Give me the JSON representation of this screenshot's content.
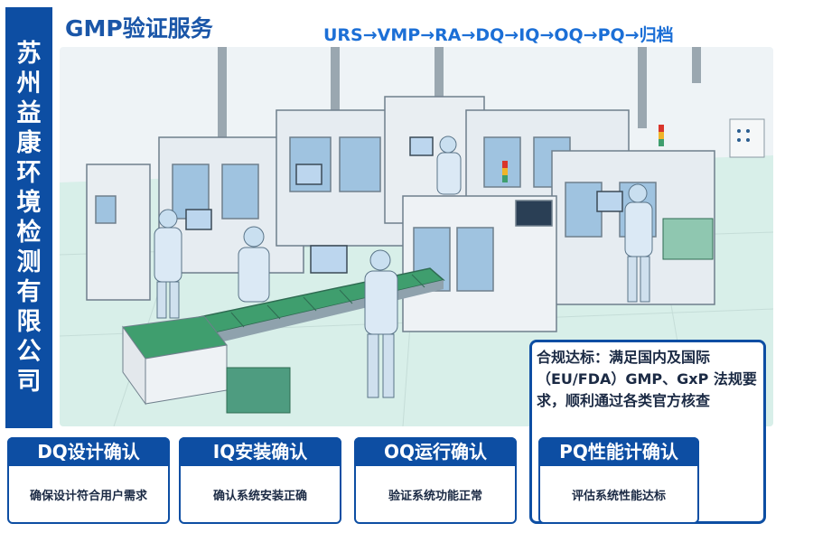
{
  "company_name": "苏州益康环境检测有限公司",
  "company_chars": [
    "苏",
    "州",
    "益",
    "康",
    "环",
    "境",
    "检",
    "测",
    "有",
    "限",
    "公",
    "司"
  ],
  "title": "GMP验证服务",
  "process_flow": "URS→VMP→RA→DQ→IQ→OQ→PQ→归档",
  "compliance_note": "合规达标：满足国内及国际（EU/FDA）GMP、GxP 法规要求，顺利通过各类官方核查",
  "cards": [
    {
      "title": "DQ设计确认",
      "desc": "确保设计符合用户需求"
    },
    {
      "title": "IQ安装确认",
      "desc": "确认系统安装正确"
    },
    {
      "title": "OQ运行确认",
      "desc": "验证系统功能正常"
    },
    {
      "title": "PQ性能计确认",
      "desc": "评估系统性能达标"
    }
  ],
  "colors": {
    "brand_blue": "#0d4ea3",
    "flow_blue": "#1c6fd6",
    "conveyor_green": "#3f9e6e",
    "floor": "#d8efe9"
  }
}
